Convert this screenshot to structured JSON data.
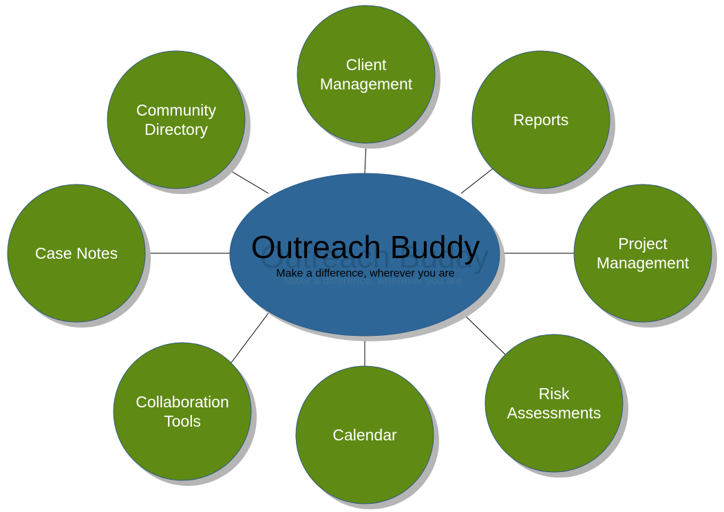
{
  "colors": {
    "node_fill": "#5f8a14",
    "node_stroke": "#2f5a84",
    "node_shadow": "#b5b5b5",
    "center_fill": "#2e6797",
    "center_stroke": "#2a5a8a",
    "center_shadow": "#b9b9b9",
    "connector": "#000000",
    "node_text": "#ffffff",
    "center_text": "#000000"
  },
  "center": {
    "title": "Outreach Buddy",
    "subtitle": "Make a difference, wherever you are"
  },
  "nodes": [
    {
      "id": "client-management",
      "lines": [
        "Client",
        "Management"
      ]
    },
    {
      "id": "reports",
      "lines": [
        "Reports"
      ]
    },
    {
      "id": "project-management",
      "lines": [
        "Project",
        "Management"
      ]
    },
    {
      "id": "risk-assessments",
      "lines": [
        "Risk",
        "Assessments"
      ]
    },
    {
      "id": "calendar",
      "lines": [
        "Calendar"
      ]
    },
    {
      "id": "collaboration-tools",
      "lines": [
        "Collaboration",
        "Tools"
      ]
    },
    {
      "id": "case-notes",
      "lines": [
        "Case Notes"
      ]
    },
    {
      "id": "community-directory",
      "lines": [
        "Community",
        "Directory"
      ]
    }
  ]
}
